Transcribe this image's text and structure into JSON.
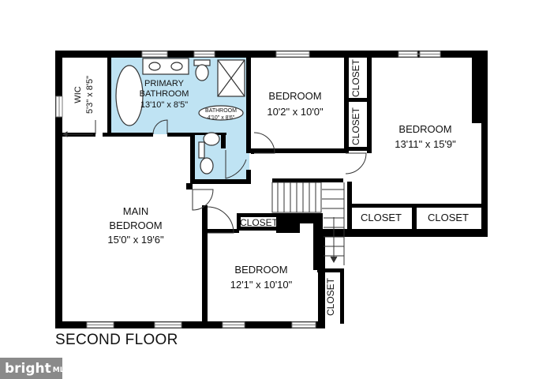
{
  "floor_title": "SECOND FLOOR",
  "brand": {
    "word": "bright",
    "suffix": "MLS"
  },
  "colors": {
    "wall": "#000000",
    "bathroom_fill": "#bfe3f3",
    "background": "#ffffff"
  },
  "rooms": {
    "wic": {
      "name": "WIC",
      "size": "5'3\" x 8'5\""
    },
    "primary_bathroom": {
      "name_line1": "PRIMARY",
      "name_line2": "BATHROOM",
      "size": "13'10\" x 8'5\""
    },
    "bathroom_small": {
      "name": "BATHROOM",
      "size": "4'10\" x 8'6\""
    },
    "bedroom_top": {
      "name": "BEDROOM",
      "size": "10'2\" x 10'0\""
    },
    "bedroom_right": {
      "name": "BEDROOM",
      "size": "13'11\" x 15'9\""
    },
    "main_bedroom": {
      "name_line1": "MAIN",
      "name_line2": "BEDROOM",
      "size": "15'0\" x 19'6\""
    },
    "bedroom_bottom": {
      "name": "BEDROOM",
      "size": "12'1\" x 10'10\""
    }
  },
  "closets": {
    "top_right_upper": "CLOSET",
    "top_right_lower": "CLOSET",
    "right_left": "CLOSET",
    "right_right": "CLOSET",
    "hall": "CLOSET",
    "bottom_vertical": "CLOSET"
  }
}
